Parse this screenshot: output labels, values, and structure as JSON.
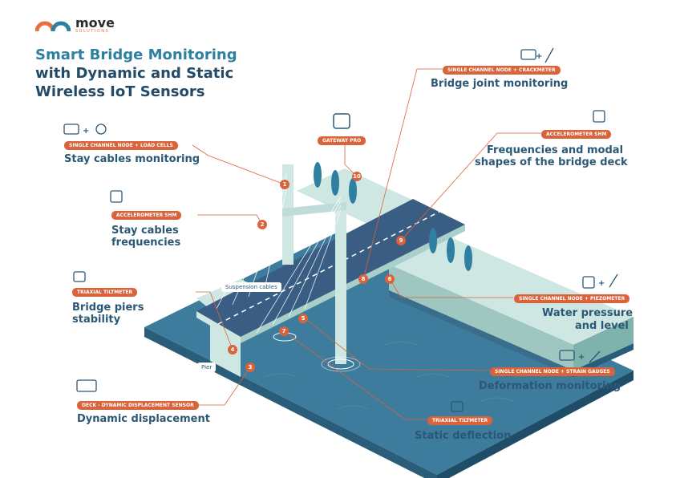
{
  "logo": {
    "word": "move",
    "sub": "SOLUTIONS"
  },
  "title": {
    "line1": "Smart Bridge Monitoring",
    "line2": "with Dynamic and Static",
    "line3": "Wireless IoT Sensors"
  },
  "callouts": [
    {
      "num": "1",
      "pill": "SINGLE CHANNEL NODE + LOAD CELLS",
      "label": "Stay cables monitoring"
    },
    {
      "num": "2",
      "pill": "ACCELEROMETER SHM",
      "label": "Stay cables frequencies"
    },
    {
      "num": "3",
      "pill": "DECK - DYNAMIC DISPLACEMENT SENSOR",
      "label": "Dynamic displacement"
    },
    {
      "num": "4",
      "pill": "TRIAXIAL TILTMETER",
      "label": "Bridge piers stability"
    },
    {
      "num": "5",
      "pill": "SINGLE CHANNEL NODE + STRAIN GAUGES",
      "label": "Deformation monitoring"
    },
    {
      "num": "6",
      "pill": "SINGLE CHANNEL NODE + PIEZOMETER",
      "label": "Water pressure and level"
    },
    {
      "num": "7",
      "pill": "TRIAXIAL TILTMETER",
      "label": "Static deflection"
    },
    {
      "num": "8",
      "pill": "SINGLE CHANNEL NODE + CRACKMETER",
      "label": "Bridge joint monitoring"
    },
    {
      "num": "9",
      "pill": "ACCELEROMETER SHM",
      "label": "Frequencies and modal shapes of the bridge deck"
    },
    {
      "num": "10",
      "pill": "GATEWAY PRO",
      "label": ""
    }
  ],
  "labels": {
    "stay_line1": "Stay cables",
    "stay_line2": "frequencies",
    "piers_line1": "Bridge piers",
    "piers_line2": "stability",
    "freq_line1": "Frequencies and modal",
    "freq_line2": "shapes of the bridge deck",
    "water_line1": "Water pressure",
    "water_line2": "and level"
  },
  "tags": {
    "suspension": "Suspension cables",
    "pier": "Pier"
  },
  "colors": {
    "accent": "#d9633a",
    "title_blue": "#2f7fa0",
    "text_navy": "#234b67",
    "water": "#3d7c9c",
    "road": "#3a5d83"
  }
}
